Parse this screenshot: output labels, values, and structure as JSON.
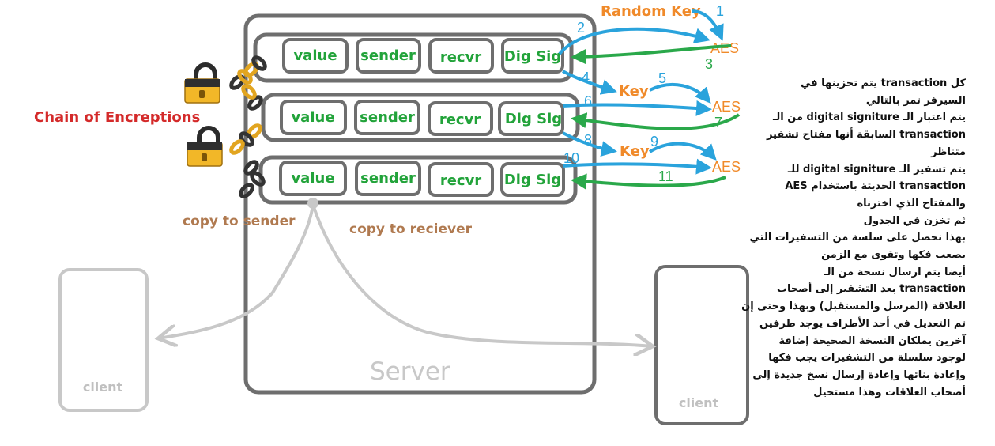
{
  "colors": {
    "box": "#6e6e6e",
    "field_text": "#22a33a",
    "chain_label": "#d42a2a",
    "copy_label": "#b07a50",
    "blue_arrow": "#2aa3dc",
    "green_arrow": "#2aa84a",
    "key_label": "#f08a2a",
    "gray_arrow": "#c8c8c8",
    "client_text": "#c0c0c0"
  },
  "server": {
    "label": "Server"
  },
  "transactions": [
    {
      "fields": [
        "value",
        "sender",
        "recvr",
        "Dig Sig"
      ]
    },
    {
      "fields": [
        "value",
        "sender",
        "recvr",
        "Dig Sig"
      ]
    },
    {
      "fields": [
        "value",
        "sender",
        "recvr",
        "Dig Sig"
      ]
    }
  ],
  "labels": {
    "chain": "Chain of Encreptions",
    "copy_sender": "copy to sender",
    "copy_receiver": "copy to reciever",
    "random_key": "Random Key",
    "key_1": "Key",
    "key_2": "Key",
    "aes_1": "AES",
    "aes_2": "AES",
    "aes_3": "AES"
  },
  "step_numbers": [
    "1",
    "2",
    "3",
    "4",
    "5",
    "6",
    "7",
    "8",
    "9",
    "10",
    "11"
  ],
  "clients": {
    "left": "client",
    "right": "client"
  },
  "description_lines": [
    "كل transaction يتم تخزينها في",
    "السيرفر تمر بالتالي",
    "يتم اعتبار الـ digital signiture من الـ",
    "transaction السابقة أنها مفتاح تشفير",
    "متناظر",
    "يتم تشفير الـ digital signiture للـ",
    "transaction الحديثة باستخدام AES",
    "والمفتاح الذي اخترناه",
    "ثم تخزن في الجدول",
    "بهذا نحصل على سلسة من التشفيرات التي",
    "يصعب فكها وتقوى مع الزمن",
    "أيضا يتم ارسال نسخة من الـ",
    "transaction بعد التشفير إلى أصحاب",
    "العلاقة (المرسل والمستقبل) وبهذا وحتى إن",
    "تم التعديل في أحد الأطراف يوجد طرفين",
    "آخرين يملكان النسخة الصحيحة إضافة",
    "لوجود سلسلة من التشفيرات يجب فكها",
    "وإعادة بنائها وإعادة إرسال نسخ جديدة إلى",
    "أصحاب العلاقات وهذا مستحيل"
  ]
}
